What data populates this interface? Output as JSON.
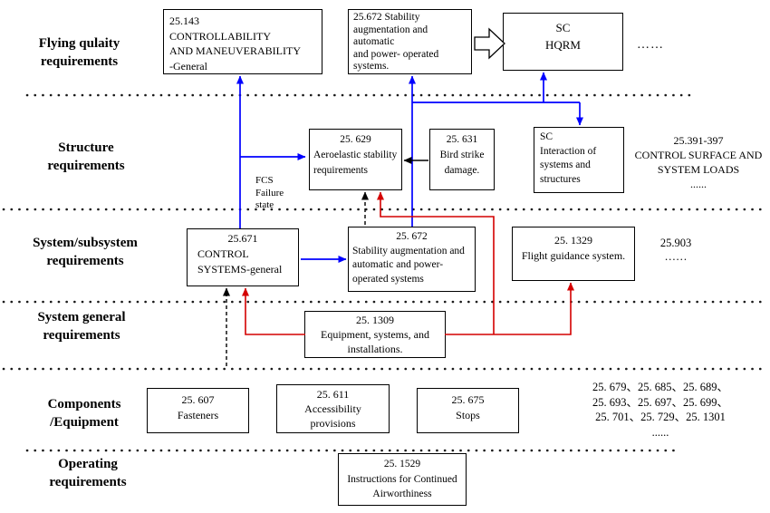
{
  "colors": {
    "background": "#ffffff",
    "box_border": "#000000",
    "arrow_blue": "#0000ff",
    "arrow_red": "#d40000",
    "arrow_black": "#000000"
  },
  "row_labels": {
    "flying_quality": "Flying qulaity\nrequirements",
    "structure": "Structure\nrequirements",
    "system_subsystem": "System/subsystem\nrequirements",
    "system_general": "System general\nrequirements",
    "components": "Components\n/Equipment",
    "operating": "Operating\nrequirements"
  },
  "boxes": {
    "b143": {
      "body": "25.143\nCONTROLLABILITY\nAND MANEUVERABILITY\n-General"
    },
    "b672top": {
      "body": "25.672 Stability\naugmentation and\nautomatic\nand power- operated\nsystems."
    },
    "sc_hqrm": {
      "body": "SC\nHQRM"
    },
    "b629": {
      "num": "25. 629",
      "body": "Aeroelastic stability\nrequirements"
    },
    "b631": {
      "num": "25. 631",
      "body": "Bird strike\ndamage."
    },
    "sc_interaction": {
      "body": "SC\nInteraction of\nsystems and\nstructures"
    },
    "b671": {
      "num": "25.671",
      "body": "CONTROL\nSYSTEMS-general"
    },
    "b672mid": {
      "num": "25. 672",
      "body": "Stability augmentation and\nautomatic and power-\noperated systems"
    },
    "b1329": {
      "num": "25. 1329",
      "body": "Flight guidance system."
    },
    "b1309": {
      "num": "25. 1309",
      "body": "Equipment, systems, and\ninstallations."
    },
    "b607": {
      "num": "25. 607",
      "body": "Fasteners"
    },
    "b611": {
      "num": "25. 611",
      "body": "Accessibility\nprovisions"
    },
    "b675": {
      "num": "25. 675",
      "body": "Stops"
    },
    "b1529": {
      "num": "25. 1529",
      "body": "Instructions for Continued\nAirworthiness"
    }
  },
  "annotations": {
    "fcs_failure_state": "FCS\nFailure\nstate",
    "hqrm_ellipsis": "……",
    "control_surface_loads": "25.391-397\nCONTROL SURFACE AND\nSYSTEM LOADS\n......",
    "s903": "25.903\n……",
    "components_list": "25. 679、25. 685、25. 689、\n25. 693、25. 697、25. 699、\n25. 701、25. 729、25. 1301\n......"
  }
}
